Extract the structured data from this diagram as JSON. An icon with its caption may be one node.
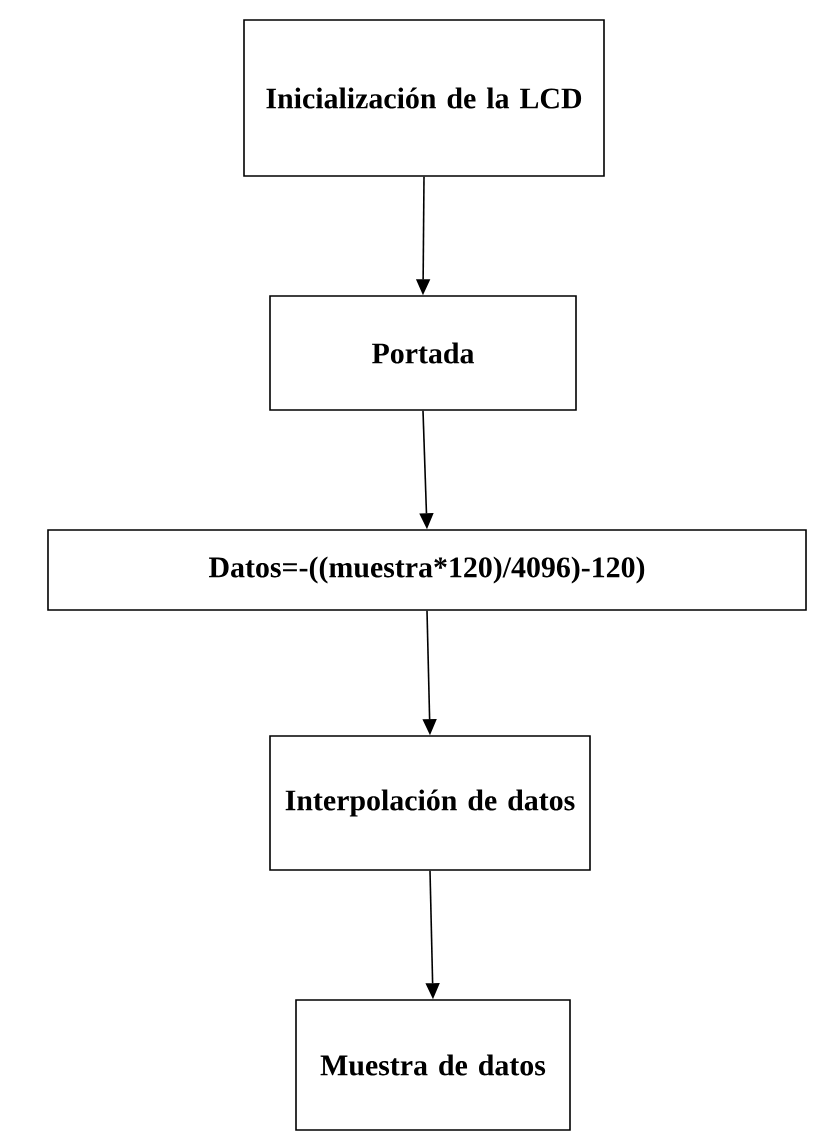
{
  "diagram": {
    "nodes": [
      {
        "text": [
          "Inicialización de la LCD"
        ]
      },
      {
        "text": [
          "Portada"
        ]
      },
      {
        "text": [
          "Datos=-((muestra*120)/4096)-120)"
        ]
      },
      {
        "text": [
          "Interpolación de datos"
        ]
      },
      {
        "text": [
          "Muestra de datos"
        ]
      }
    ],
    "edges": [
      {
        "from": 0,
        "to": 1,
        "arrow": "to"
      },
      {
        "from": 1,
        "to": 2,
        "arrow": "to"
      },
      {
        "from": 2,
        "to": 3,
        "arrow": "to"
      },
      {
        "from": 3,
        "to": 4,
        "arrow": "to"
      }
    ]
  }
}
